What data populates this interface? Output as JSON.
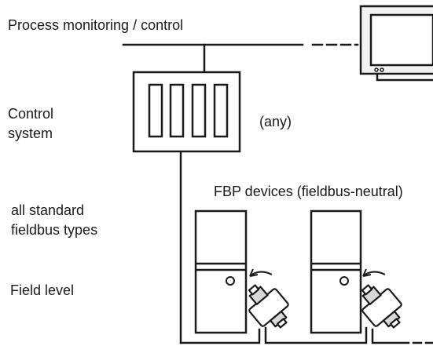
{
  "labels": {
    "process_monitoring": "Process monitoring / control",
    "control_system_line1": "Control",
    "control_system_line2": "system",
    "any": "(any)",
    "fbp_devices": "FBP devices (fieldbus-neutral)",
    "fieldbus_types_line1": "all standard",
    "fieldbus_types_line2": "fieldbus types",
    "field_level": "Field level"
  },
  "colors": {
    "line": "#1a1a1a",
    "fill": "#ffffff",
    "shade": "#d9d9d9",
    "monitor_body": "#f2f2f2"
  },
  "icons": {
    "monitor": "monitor-icon",
    "control_rack": "control-system-rack",
    "field_device": "field-device",
    "fbp_module": "fbp-connector-module"
  }
}
